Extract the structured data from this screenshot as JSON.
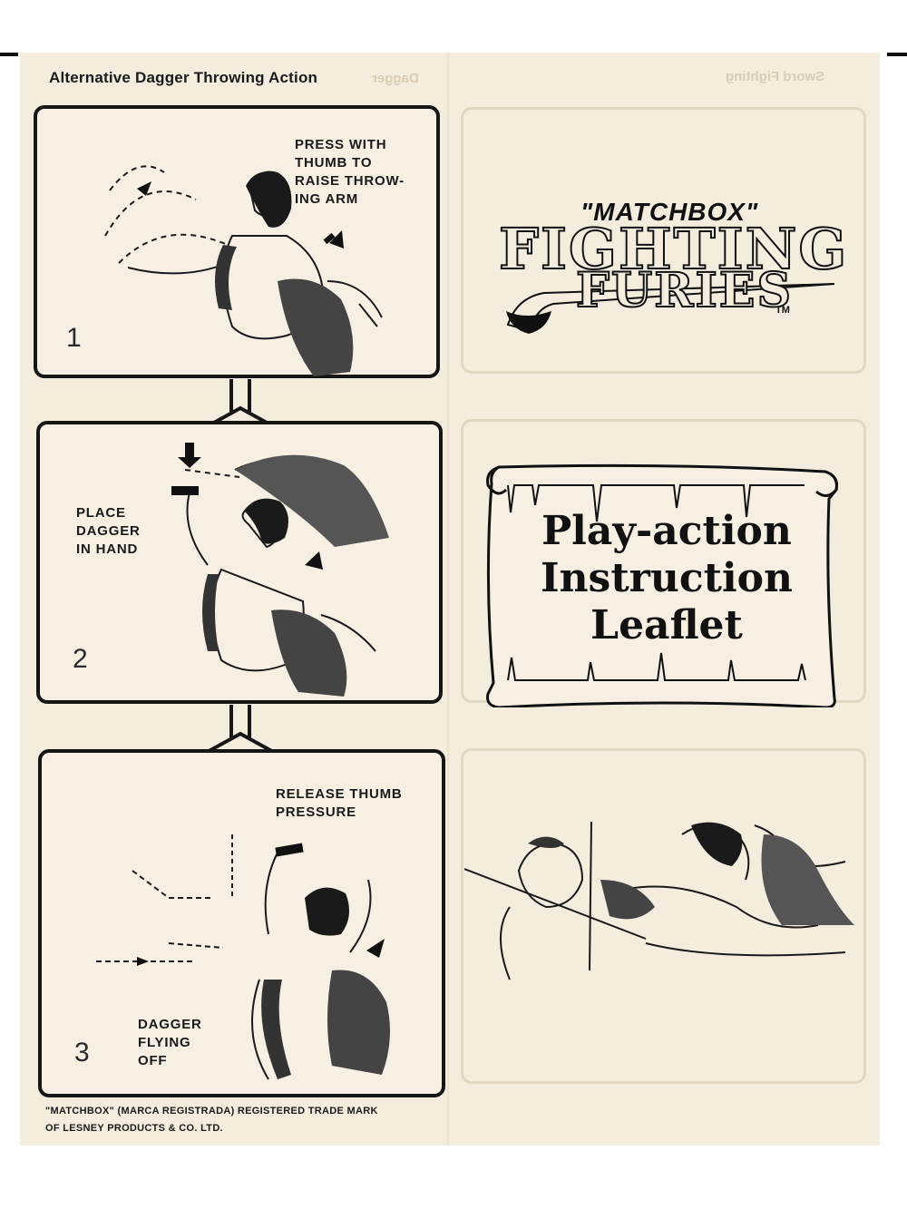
{
  "heading": "Alternative Dagger Throwing Action",
  "panels": [
    {
      "number": "1",
      "label_lines": [
        "PRESS WITH",
        "THUMB TO",
        "RAISE THROW-",
        "ING ARM"
      ]
    },
    {
      "number": "2",
      "label_lines": [
        "PLACE",
        "DAGGER",
        "IN HAND"
      ]
    },
    {
      "number": "3",
      "label_lines": [
        "RELEASE THUMB",
        "PRESSURE"
      ],
      "label2_lines": [
        "DAGGER",
        "FLYING",
        "OFF"
      ]
    }
  ],
  "brand": {
    "matchbox": "\"MATCHBOX\"",
    "line1": "FIGHTING",
    "line2": "FURIES",
    "tm": "TM"
  },
  "title_lines": [
    "Play-action",
    "Instruction",
    "Leaflet"
  ],
  "footer_lines": [
    "\"MATCHBOX\" (MARCA REGISTRADA) REGISTERED TRADE MARK",
    "OF LESNEY PRODUCTS & CO. LTD."
  ]
}
